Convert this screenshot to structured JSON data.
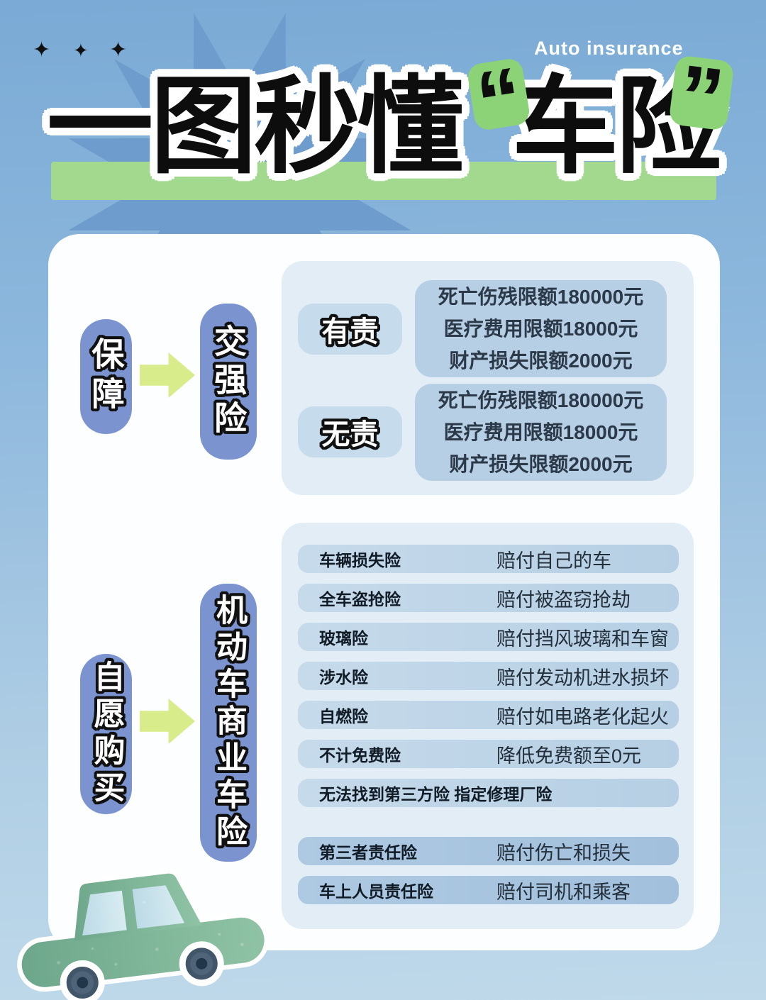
{
  "page": {
    "brand": "Auto insurance",
    "title_main": "一图秒懂",
    "title_quoted": "车险",
    "quote_open": "“",
    "quote_close": "”"
  },
  "decor": {
    "sparkle": "✦"
  },
  "compulsory": {
    "flow_label": "保障",
    "node_label": "交强险",
    "cases": [
      {
        "label": "有责",
        "lines": [
          "死亡伤残限额180000元",
          "医疗费用限额18000元",
          "财产损失限额2000元"
        ]
      },
      {
        "label": "无责",
        "lines": [
          "死亡伤残限额180000元",
          "医疗费用限额18000元",
          "财产损失限额2000元"
        ]
      }
    ]
  },
  "commercial": {
    "flow_label": "自愿购买",
    "node_label": "机动车商业车险",
    "rows": [
      {
        "name": "车辆损失险",
        "desc": "赔付自己的车"
      },
      {
        "name": "全车盗抢险",
        "desc": "赔付被盗窃抢劫"
      },
      {
        "name": "玻璃险",
        "desc": "赔付挡风玻璃和车窗"
      },
      {
        "name": "涉水险",
        "desc": "赔付发动机进水损坏"
      },
      {
        "name": "自燃险",
        "desc": "赔付如电路老化起火"
      },
      {
        "name": "不计免费险",
        "desc": "降低免费额至0元"
      },
      {
        "name": "无法找到第三方险 指定修理厂险",
        "desc": ""
      },
      {
        "name": "第三者责任险",
        "desc": "赔付伤亡和损失"
      },
      {
        "name": "车上人员责任险",
        "desc": "赔付司机和乘客"
      }
    ]
  },
  "colors": {
    "background_top": "#7aaad5",
    "background_bottom": "#bfd9ea",
    "card": "#fdfeff",
    "panel": "#e2edf5",
    "pill_blue": "#7b94cf",
    "arrow_green": "#d9ec8b",
    "band_green": "#a2d98f",
    "quote_green": "#8cd378",
    "case_pill": "#c6dbec",
    "limit_box": "#b7cfe4",
    "row_light": "#bcd3e7",
    "row_dark": "#a8c5df",
    "starburst_blue": "#6d9ccd",
    "car_green": "#7fb497"
  }
}
